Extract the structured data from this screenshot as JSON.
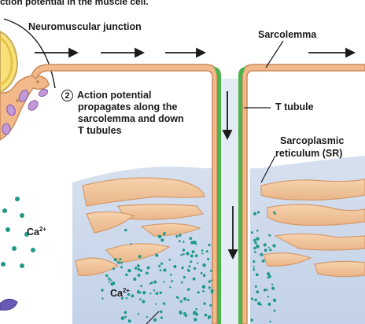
{
  "header_text": "ction potential in the muscle cell.",
  "labels": {
    "nmj": "Neuromuscular junction",
    "sarcolemma": "Sarcolemma",
    "t_tubule": "T tubule",
    "sr_line1": "Sarcoplasmic",
    "sr_line2": "reticulum (SR)",
    "ca_upper_base": "Ca",
    "ca_upper_sup": "2+",
    "ca_lower_base": "Ca",
    "ca_lower_sup": "2+"
  },
  "step": {
    "number": "2",
    "line1": "Action potential",
    "line2": "propagates along the",
    "line3": "sarcolemma and down",
    "line4": "T tubules"
  },
  "colors": {
    "membrane": "#f2b98a",
    "membrane_edge": "#c98a5a",
    "t_tubule": "#4fb24a",
    "cytoplasm": "#c9d6ea",
    "sr": "#f3c9a0",
    "ca_dot": "#1f9a86",
    "vesicle": "#c39ad8"
  },
  "icons": [
    "arrow-right-icon",
    "arrow-down-icon",
    "calcium-ion-icon"
  ]
}
